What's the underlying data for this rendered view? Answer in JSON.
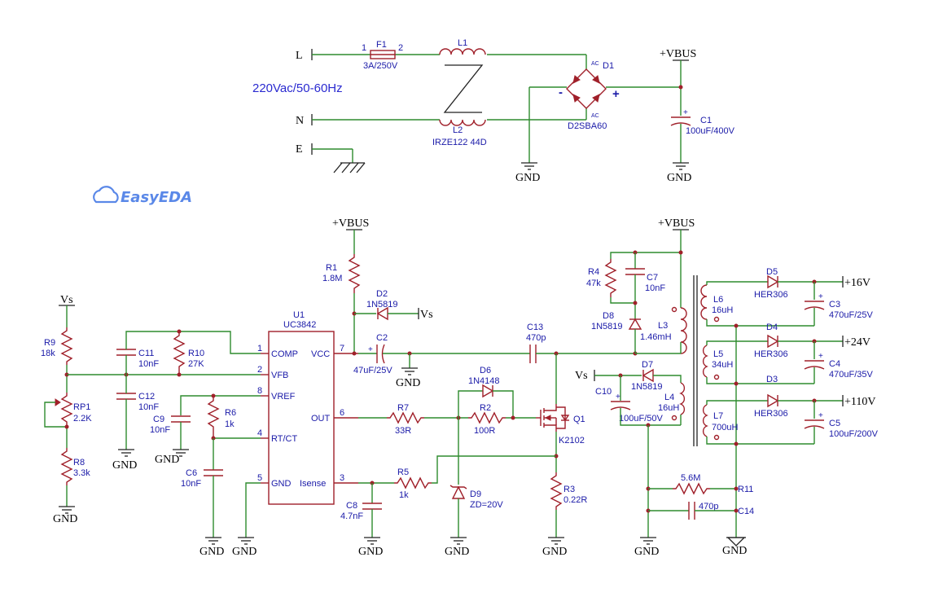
{
  "title_note": "220Vac/50-60Hz",
  "logo_text": "EasyEDA",
  "nets": {
    "line": "L",
    "neutral": "N",
    "earth": "E",
    "vbus": "+VBUS",
    "gnd": "GND",
    "vs": "Vs",
    "v16": "+16V",
    "v24": "+24V",
    "v110": "+110V"
  },
  "ic": {
    "ref": "U1",
    "value": "UC3842",
    "pins_left": [
      {
        "num": "1",
        "name": "COMP"
      },
      {
        "num": "2",
        "name": "VFB"
      },
      {
        "num": "8",
        "name": "VREF"
      },
      {
        "num": "4",
        "name": "RT/CT"
      },
      {
        "num": "5",
        "name": "GND"
      }
    ],
    "pins_right": [
      {
        "num": "7",
        "name": "VCC"
      },
      {
        "num": "6",
        "name": "OUT"
      },
      {
        "num": "3",
        "name": "Isense"
      }
    ]
  },
  "components": {
    "F1": {
      "ref": "F1",
      "value": "3A/250V",
      "pin1": "1",
      "pin2": "2"
    },
    "L1": {
      "ref": "L1"
    },
    "L2": {
      "ref": "L2",
      "value": "IRZE122 44D"
    },
    "D1": {
      "ref": "D1",
      "value": "D2SBA60",
      "plus": "+",
      "minus": "-",
      "ac1": "AC",
      "ac2": "AC"
    },
    "C1": {
      "ref": "C1",
      "value": "100uF/400V"
    },
    "R1": {
      "ref": "R1",
      "value": "1.8M"
    },
    "D2": {
      "ref": "D2",
      "value": "1N5819"
    },
    "C2": {
      "ref": "C2",
      "value": "47uF/25V"
    },
    "R9": {
      "ref": "R9",
      "value": "18k"
    },
    "RP1": {
      "ref": "RP1",
      "value": "2.2K"
    },
    "R8": {
      "ref": "R8",
      "value": "3.3k"
    },
    "C11": {
      "ref": "C11",
      "value": "10nF"
    },
    "C12": {
      "ref": "C12",
      "value": "10nF"
    },
    "R10": {
      "ref": "R10",
      "value": "27K"
    },
    "C9": {
      "ref": "C9",
      "value": "10nF"
    },
    "R6": {
      "ref": "R6",
      "value": "1k"
    },
    "C6": {
      "ref": "C6",
      "value": "10nF"
    },
    "C13": {
      "ref": "C13",
      "value": "470p"
    },
    "D6": {
      "ref": "D6",
      "value": "1N4148"
    },
    "R7": {
      "ref": "R7",
      "value": "33R"
    },
    "R2": {
      "ref": "R2",
      "value": "100R"
    },
    "Q1": {
      "ref": "Q1",
      "value": "K2102"
    },
    "R5": {
      "ref": "R5",
      "value": "1k"
    },
    "C8": {
      "ref": "C8",
      "value": "4.7nF"
    },
    "D9": {
      "ref": "D9",
      "value": "ZD=20V"
    },
    "R3": {
      "ref": "R3",
      "value": "0.22R"
    },
    "R4": {
      "ref": "R4",
      "value": "47k"
    },
    "C7": {
      "ref": "C7",
      "value": "10nF"
    },
    "D8": {
      "ref": "D8",
      "value": "1N5819"
    },
    "L3": {
      "ref": "L3",
      "value": "1.46mH"
    },
    "D7": {
      "ref": "D7",
      "value": "1N5819"
    },
    "C10": {
      "ref": "C10",
      "value": "100uF/50V"
    },
    "L4": {
      "ref": "L4",
      "value": "16uH"
    },
    "L6": {
      "ref": "L6",
      "value": "16uH"
    },
    "L5": {
      "ref": "L5",
      "value": "34uH"
    },
    "L7": {
      "ref": "L7",
      "value": "700uH"
    },
    "D5": {
      "ref": "D5",
      "value": "HER306"
    },
    "D4": {
      "ref": "D4",
      "value": "HER306"
    },
    "D3": {
      "ref": "D3",
      "value": "HER306"
    },
    "C3": {
      "ref": "C3",
      "value": "470uF/25V"
    },
    "C4": {
      "ref": "C4",
      "value": "470uF/35V"
    },
    "C5": {
      "ref": "C5",
      "value": "100uF/200V"
    },
    "R11": {
      "ref": "R11",
      "value": "5.6M"
    },
    "C14": {
      "ref": "C14",
      "value": "470p"
    }
  },
  "colors": {
    "wire": "#2e8b2e",
    "component": "#a0202a",
    "label": "#1a1aa8",
    "note": "#2a2ad0",
    "logo": "#5a88e8"
  }
}
